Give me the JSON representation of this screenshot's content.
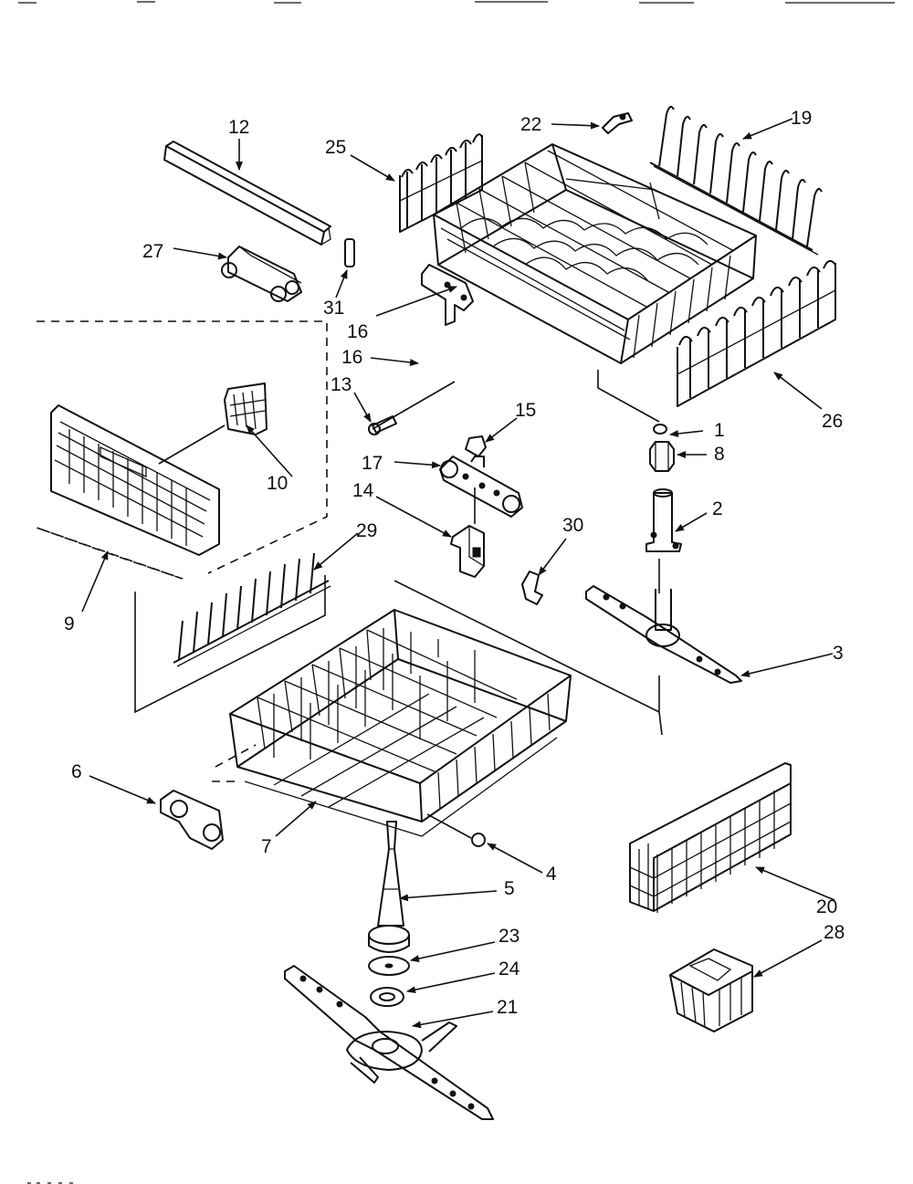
{
  "diagram": {
    "callouts": [
      {
        "id": "p1",
        "label": "1"
      },
      {
        "id": "p2",
        "label": "2"
      },
      {
        "id": "p3",
        "label": "3"
      },
      {
        "id": "p4",
        "label": "4"
      },
      {
        "id": "p5",
        "label": "5"
      },
      {
        "id": "p6",
        "label": "6"
      },
      {
        "id": "p7",
        "label": "7"
      },
      {
        "id": "p8",
        "label": "8"
      },
      {
        "id": "p9",
        "label": "9"
      },
      {
        "id": "p10",
        "label": "10"
      },
      {
        "id": "p12",
        "label": "12"
      },
      {
        "id": "p13",
        "label": "13"
      },
      {
        "id": "p14",
        "label": "14"
      },
      {
        "id": "p15",
        "label": "15"
      },
      {
        "id": "p16a",
        "label": "16"
      },
      {
        "id": "p16b",
        "label": "16"
      },
      {
        "id": "p17",
        "label": "17"
      },
      {
        "id": "p19",
        "label": "19"
      },
      {
        "id": "p20",
        "label": "20"
      },
      {
        "id": "p21",
        "label": "21"
      },
      {
        "id": "p22",
        "label": "22"
      },
      {
        "id": "p23",
        "label": "23"
      },
      {
        "id": "p24",
        "label": "24"
      },
      {
        "id": "p25",
        "label": "25"
      },
      {
        "id": "p26",
        "label": "26"
      },
      {
        "id": "p27",
        "label": "27"
      },
      {
        "id": "p28",
        "label": "28"
      },
      {
        "id": "p29",
        "label": "29"
      },
      {
        "id": "p30",
        "label": "30"
      },
      {
        "id": "p31",
        "label": "31"
      }
    ]
  }
}
